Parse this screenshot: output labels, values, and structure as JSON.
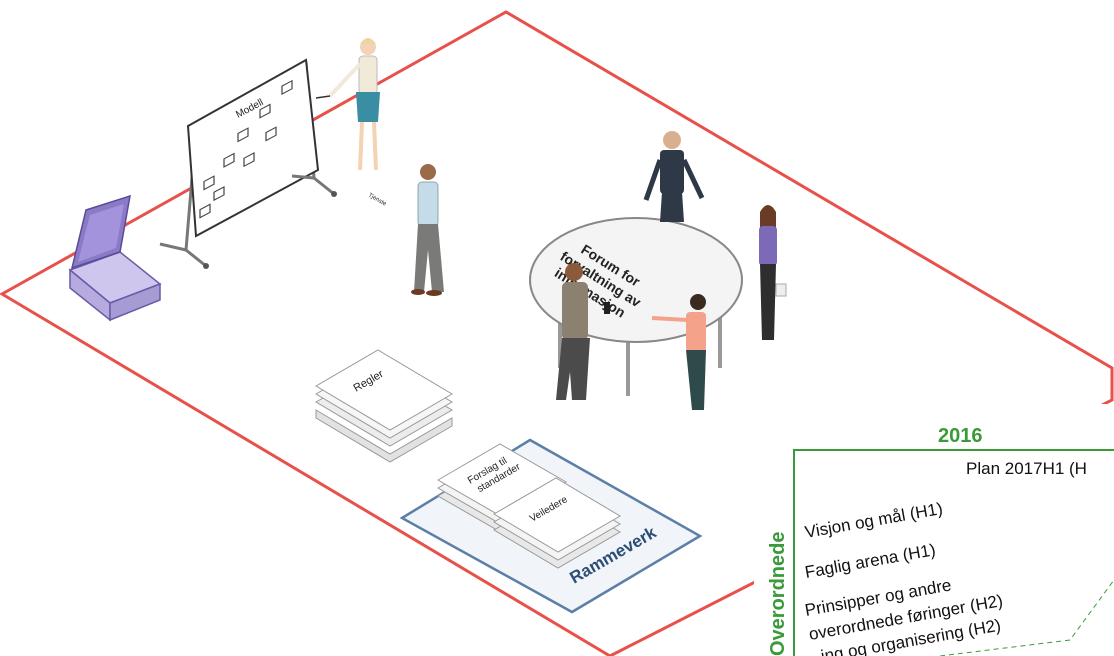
{
  "board": {
    "title": "Modell",
    "presenter_tag": "Tjenste"
  },
  "table": {
    "label": "Forum for forvaltning av informasjon"
  },
  "stacks": {
    "rules": "Regler",
    "standards": "Forslag til standarder",
    "guides": "Veiledere"
  },
  "framework": {
    "label": "Rammeverk"
  },
  "plan_panel": {
    "year": "2016",
    "header": "Plan 2017H1 (H",
    "side_label": "Overordnede",
    "items": [
      "Visjon og mål (H1)",
      "Faglig arena (H1)",
      "Prinsipper og andre",
      "overordnede føringer (H2)",
      "ing og organisering (H2)"
    ]
  },
  "colors": {
    "boundary": "#e8514a",
    "panel": "#3a9a3a",
    "framework": "#5b7fa6",
    "framework_text": "#2d4f75",
    "case": "#8b7bc6"
  }
}
